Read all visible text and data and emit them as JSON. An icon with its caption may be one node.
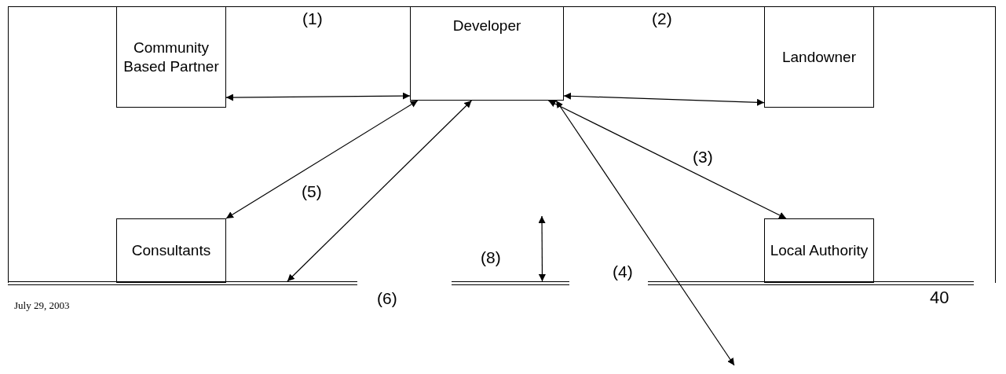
{
  "diagram": {
    "nodes": [
      {
        "text": [
          "Community Based Partner"
        ]
      },
      {
        "text": [
          "Developer"
        ]
      },
      {
        "text": [
          "Landowner"
        ]
      },
      {
        "text": [
          "Consultants"
        ]
      },
      {
        "text": [
          "Local Authority"
        ]
      },
      {
        "text": [],
        "shape": "bar"
      },
      {
        "text": [],
        "shape": "bar"
      },
      {
        "text": [],
        "shape": "bar"
      }
    ],
    "edges": [
      {
        "from": 0,
        "to": 1,
        "arrow": "both",
        "label": "(1)"
      },
      {
        "from": 1,
        "to": 2,
        "arrow": "both",
        "label": "(2)"
      },
      {
        "from": 1,
        "to": 4,
        "arrow": "both",
        "label": "(3)"
      },
      {
        "from": 1,
        "to": 3,
        "arrow": "both",
        "label": "(5)"
      },
      {
        "from": 1,
        "to": 5,
        "arrow": "both",
        "label": "(6)"
      },
      {
        "from": 6,
        "to": null,
        "arrow": "both",
        "label": "(8)"
      },
      {
        "from": 1,
        "to": null,
        "arrow": "both",
        "label": "(4)"
      }
    ],
    "labels": [
      "July 29, 2003",
      "40"
    ]
  }
}
